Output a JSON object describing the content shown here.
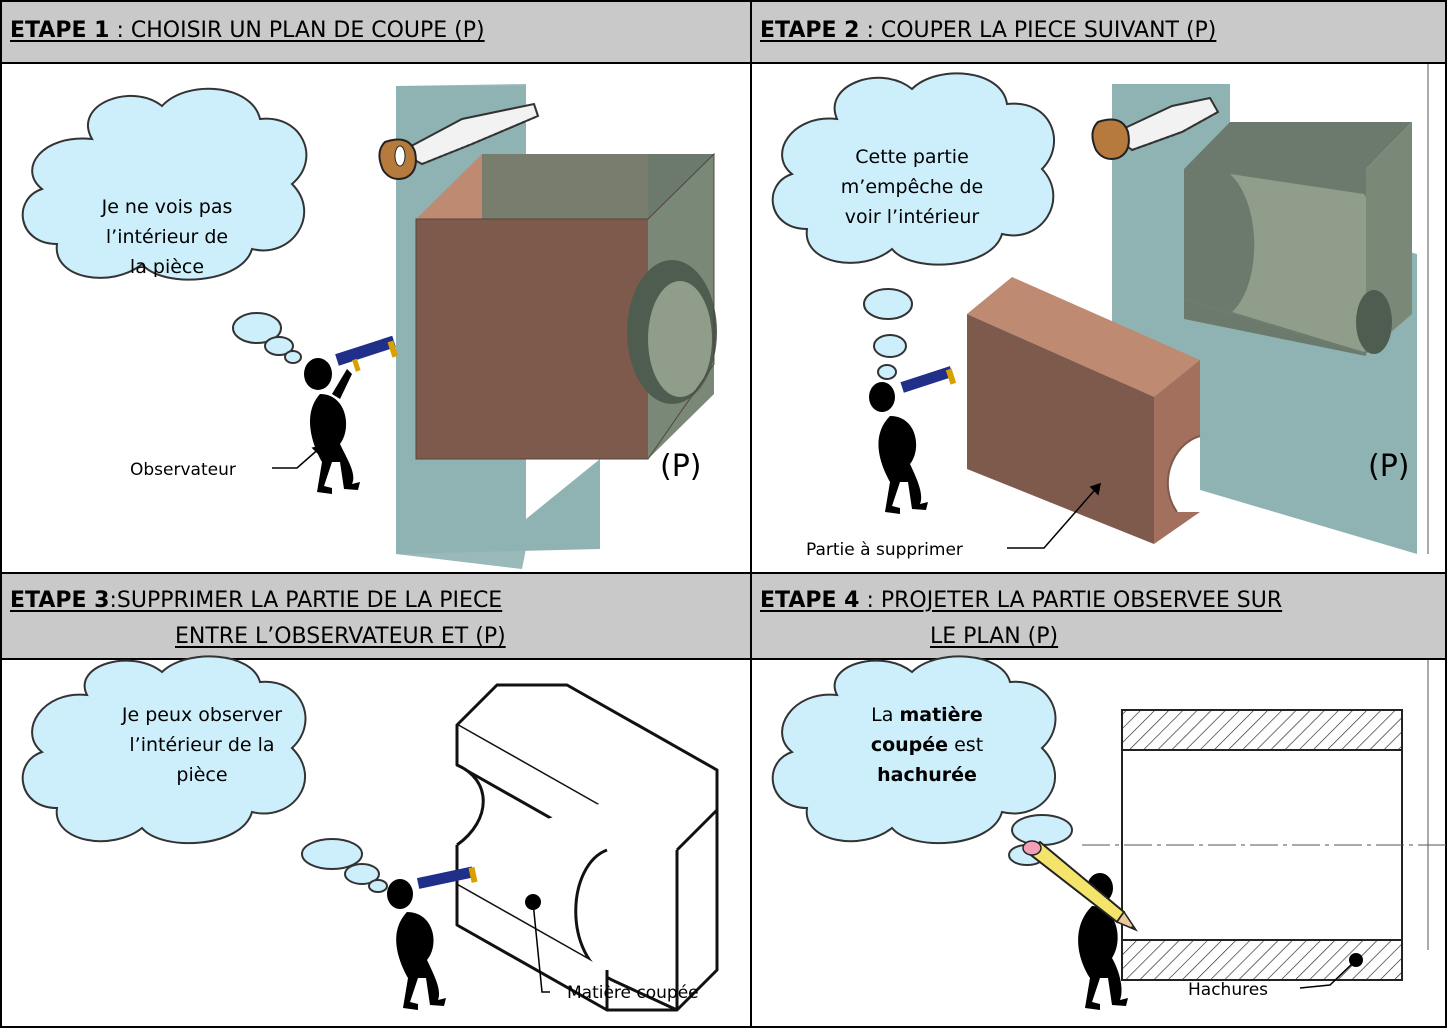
{
  "steps": [
    {
      "title_bold": "ETAPE 1",
      "title_rest": " : CHOISIR UN PLAN DE COUPE (P)",
      "thought": [
        "Je ne vois pas",
        "l’intérieur de",
        "la pièce"
      ],
      "label": "Observateur",
      "plane_label": "(P)"
    },
    {
      "title_bold": "ETAPE 2",
      "title_rest": " : COUPER LA PIECE SUIVANT (P)",
      "thought": [
        "Cette partie",
        "m’empêche de",
        "voir l’intérieur"
      ],
      "label": "Partie à supprimer",
      "plane_label": "(P)"
    },
    {
      "title_bold": "ETAPE 3",
      "title_rest": ":SUPPRIMER LA PARTIE DE LA PIECE",
      "title_line2": "ENTRE L’OBSERVATEUR ET (P)",
      "thought": [
        "Je peux observer",
        "l’intérieur de la",
        "pièce"
      ],
      "label": "Matière coupée"
    },
    {
      "title_bold": "ETAPE 4",
      "title_rest": " : PROJETER LA PARTIE OBSERVEE SUR",
      "title_line2": "LE PLAN (P)",
      "thought4": {
        "t1": "La ",
        "b1": "matière",
        "b2": "coupée",
        "t2": " est",
        "b3": "hachurée"
      },
      "label": "Hachures"
    }
  ],
  "colors": {
    "header_bg": "#c9c9c9",
    "plane": "#8fb3b3",
    "part_front": "#7e5a4c",
    "part_top": "#bf8a72",
    "part_side": "#a4705e",
    "cut_face": "#6b7a6c",
    "cloud": "#cdeffb",
    "pencil": "#f4e46b",
    "telescope": "#1f2f8a"
  }
}
